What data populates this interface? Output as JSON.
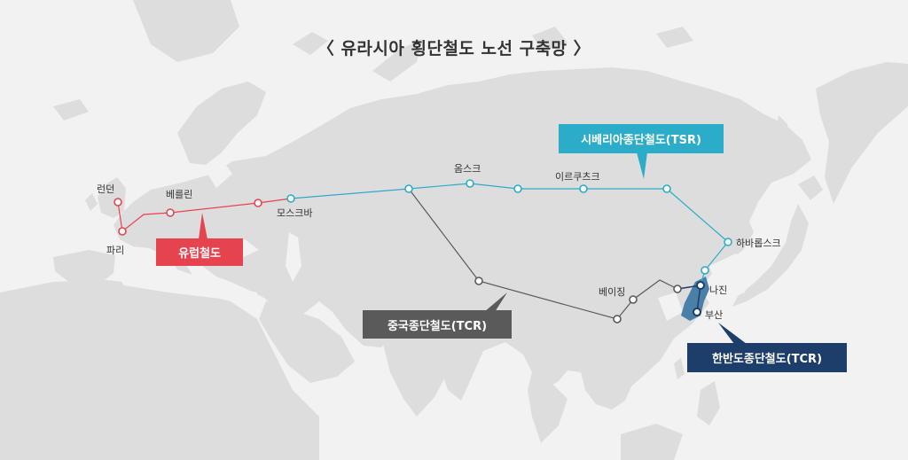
{
  "title": "〈 유라시아 횡단철도 노선 구축망 〉",
  "colors": {
    "land": "#dddddd",
    "sea": "#f2f2f2",
    "europe": "#e5444f",
    "tsr": "#2bacc8",
    "tcr_china": "#5a5a5a",
    "korea": "#1d3d6a",
    "korea_land": "#4a7fa8"
  },
  "routes": {
    "europe": {
      "label": "유럽철도"
    },
    "tsr": {
      "label": "시베리아종단철도(TSR)"
    },
    "tcr_china": {
      "label": "중국종단철도(TCR)"
    },
    "korea": {
      "label": "한반도종단철도(TCR)"
    }
  },
  "cities": {
    "london": "런던",
    "paris": "파리",
    "berlin": "베를린",
    "moscow": "모스크바",
    "omsk": "옴스크",
    "irkutsk": "이르쿠츠크",
    "khabarovsk": "하바롭스크",
    "beijing": "베이징",
    "najin": "나진",
    "busan": "부산"
  }
}
